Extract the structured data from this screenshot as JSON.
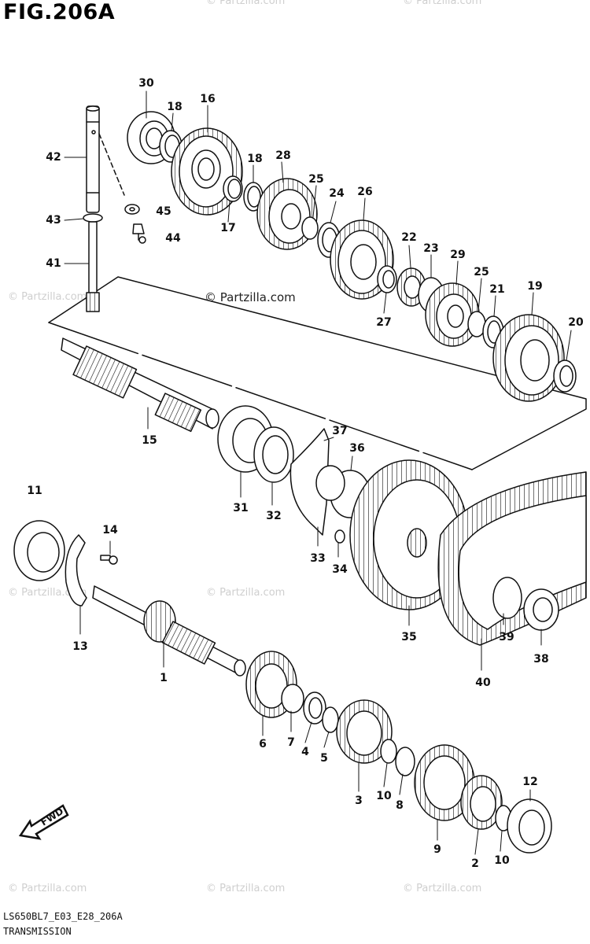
{
  "figure": {
    "title": "FIG.206A",
    "code": "LS650BL7_E03_E28_206A",
    "name": "TRANSMISSION"
  },
  "watermark": {
    "text": "© Partzilla.com",
    "center_text": "© Partzilla.com"
  },
  "direction_label": "FWD",
  "callouts": [
    "30",
    "18",
    "16",
    "42",
    "45",
    "44",
    "43",
    "41",
    "18",
    "28",
    "17",
    "25",
    "24",
    "26",
    "22",
    "23",
    "29",
    "25",
    "21",
    "19",
    "20",
    "27",
    "15",
    "31",
    "32",
    "37",
    "36",
    "33",
    "34",
    "11",
    "14",
    "13",
    "35",
    "39",
    "38",
    "40",
    "1",
    "6",
    "7",
    "4",
    "5",
    "3",
    "10",
    "8",
    "9",
    "12",
    "2",
    "10"
  ],
  "colors": {
    "line": "#111111",
    "watermark": "#cfcfcf",
    "background": "#ffffff"
  }
}
